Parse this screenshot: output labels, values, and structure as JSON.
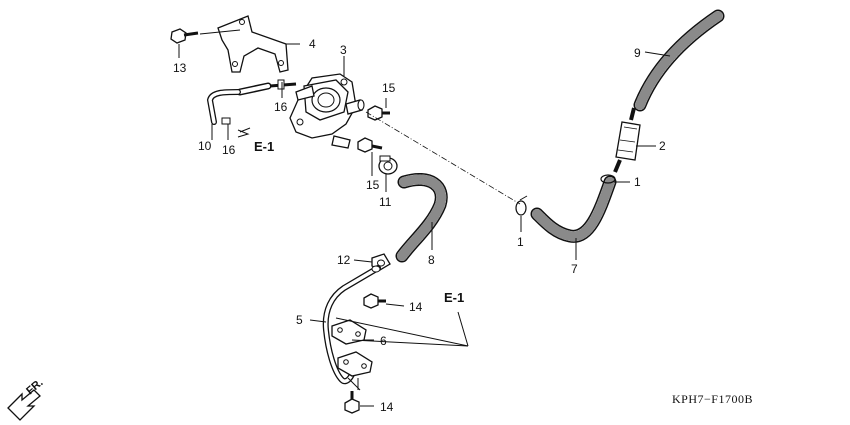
{
  "diagram_code": "KPH7−F1700B",
  "front_label": "FR.",
  "reference_labels": {
    "upper": "E-1",
    "lower": "E-1"
  },
  "callouts": {
    "p1a": "1",
    "p1b": "1",
    "p2": "2",
    "p3": "3",
    "p4": "4",
    "p5": "5",
    "p6": "6",
    "p7": "7",
    "p8": "8",
    "p9": "9",
    "p10": "10",
    "p11": "11",
    "p12": "12",
    "p13": "13",
    "p14a": "14",
    "p14b": "14",
    "p15a": "15",
    "p15b": "15",
    "p16a": "16",
    "p16b": "16"
  }
}
